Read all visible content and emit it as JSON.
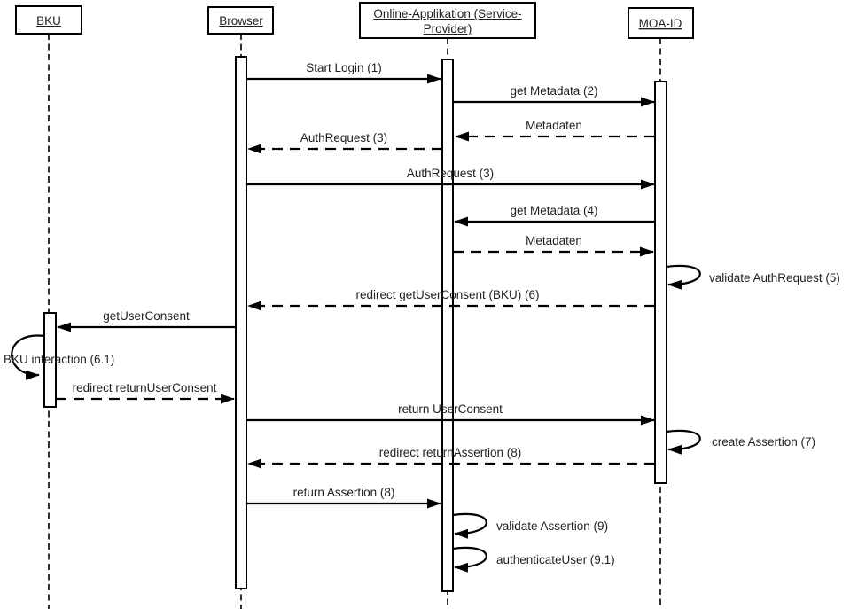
{
  "diagram_type": "uml-sequence-diagram",
  "colors": {
    "background": "#ffffff",
    "line": "#000000",
    "text": "#1f1f1f"
  },
  "actors": [
    {
      "id": "bku",
      "label": "BKU"
    },
    {
      "id": "browser",
      "label": "Browser"
    },
    {
      "id": "online-app",
      "label_line1": "Online-Applikation (Service-",
      "label_line2": "Provider)"
    },
    {
      "id": "moa-id",
      "label": "MOA-ID"
    }
  ],
  "messages": [
    {
      "label": "Start Login (1)",
      "from": "Browser",
      "to": "Online-Applikation",
      "style": "solid"
    },
    {
      "label": "get Metadata (2)",
      "from": "Online-Applikation",
      "to": "MOA-ID",
      "style": "solid"
    },
    {
      "label": "Metadaten",
      "from": "MOA-ID",
      "to": "Online-Applikation",
      "style": "dashed"
    },
    {
      "label": "AuthRequest (3)",
      "from": "Online-Applikation",
      "to": "Browser",
      "style": "dashed"
    },
    {
      "label": "AuthRequest (3)",
      "from": "Browser",
      "to": "MOA-ID",
      "style": "solid"
    },
    {
      "label": "get Metadata (4)",
      "from": "MOA-ID",
      "to": "Online-Applikation",
      "style": "solid"
    },
    {
      "label": "Metadaten",
      "from": "Online-Applikation",
      "to": "MOA-ID",
      "style": "dashed"
    },
    {
      "label": "validate AuthRequest (5)",
      "from": "MOA-ID",
      "to": "MOA-ID",
      "style": "self"
    },
    {
      "label": "redirect getUserConsent (BKU) (6)",
      "from": "MOA-ID",
      "to": "Browser",
      "style": "dashed"
    },
    {
      "label": "getUserConsent",
      "from": "Browser",
      "to": "BKU",
      "style": "solid"
    },
    {
      "label": "BKU interaction (6.1)",
      "from": "BKU",
      "to": "BKU",
      "style": "self"
    },
    {
      "label": "redirect returnUserConsent",
      "from": "BKU",
      "to": "Browser",
      "style": "dashed"
    },
    {
      "label": "return UserConsent",
      "from": "Browser",
      "to": "MOA-ID",
      "style": "solid"
    },
    {
      "label": "create Assertion (7)",
      "from": "MOA-ID",
      "to": "MOA-ID",
      "style": "self"
    },
    {
      "label": "redirect returnAssertion (8)",
      "from": "MOA-ID",
      "to": "Browser",
      "style": "dashed"
    },
    {
      "label": "return Assertion (8)",
      "from": "Browser",
      "to": "Online-Applikation",
      "style": "solid"
    },
    {
      "label": "validate Assertion (9)",
      "from": "Online-Applikation",
      "to": "Online-Applikation",
      "style": "self"
    },
    {
      "label": "authenticateUser (9.1)",
      "from": "Online-Applikation",
      "to": "Online-Applikation",
      "style": "self"
    }
  ]
}
